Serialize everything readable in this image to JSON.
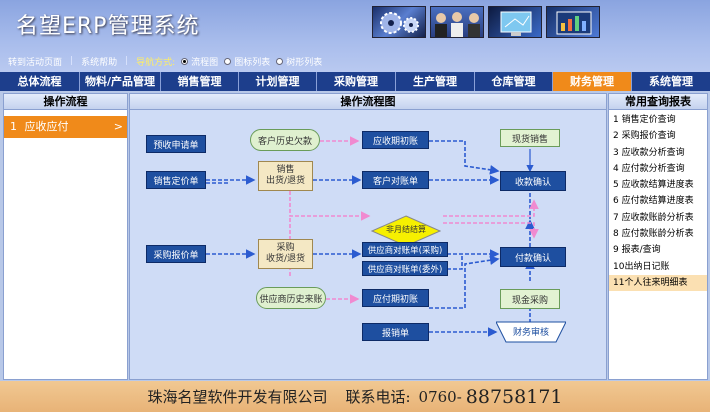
{
  "app": {
    "title": "名望ERP管理系统"
  },
  "toolbar": {
    "goto": "转到活动页面",
    "help": "系统帮助",
    "nav_label": "导航方式:",
    "modes": [
      "流程图",
      "图标列表",
      "树形列表"
    ],
    "selected_mode": "流程图"
  },
  "menu": [
    {
      "label": "总体流程",
      "active": false
    },
    {
      "label": "物料/产品管理",
      "active": false
    },
    {
      "label": "销售管理",
      "active": false
    },
    {
      "label": "计划管理",
      "active": false
    },
    {
      "label": "采购管理",
      "active": false
    },
    {
      "label": "生产管理",
      "active": false
    },
    {
      "label": "仓库管理",
      "active": false
    },
    {
      "label": "财务管理",
      "active": true
    },
    {
      "label": "系统管理",
      "active": false
    }
  ],
  "left_panel": {
    "title": "操作流程",
    "item_number": "1",
    "item_label": "应收应付"
  },
  "center_panel": {
    "title": "操作流程图",
    "nodes": {
      "presale_request": "预收申请单",
      "sales_price": "销售定价单",
      "purchase_price": "采购报价单",
      "customer_history_debt": "客户历史欠款",
      "receivable_init": "应收期初账",
      "customer_statement": "客户对账单",
      "cash_sales": "现货销售",
      "receipt_confirm": "收款确认",
      "sales_delivery_line1": "销售",
      "sales_delivery_line2": "出货/退货",
      "purchase_receipt_line1": "采购",
      "purchase_receipt_line2": "收货/退货",
      "non_monthly": "非月结结算",
      "supplier_statement_purchase": "供应商对账单(采购)",
      "supplier_statement_outsource": "供应商对账单(委外)",
      "payment_confirm": "付款确认",
      "supplier_history_debt": "供应商历史来账",
      "payable_init": "应付期初账",
      "cash_purchase": "现金采购",
      "reimbursement": "报销单",
      "finance_audit": "财务审核"
    }
  },
  "right_panel": {
    "title": "常用查询报表",
    "reports": [
      {
        "num": "1",
        "label": "销售定价查询"
      },
      {
        "num": "2",
        "label": "采购报价查询"
      },
      {
        "num": "3",
        "label": "应收款分析查询"
      },
      {
        "num": "4",
        "label": "应付款分析查询"
      },
      {
        "num": "5",
        "label": "应收款结算进度表"
      },
      {
        "num": "6",
        "label": "应付款结算进度表"
      },
      {
        "num": "7",
        "label": "应收款账龄分析表"
      },
      {
        "num": "8",
        "label": "应付款账龄分析表"
      },
      {
        "num": "9",
        "label": "报表/查询"
      },
      {
        "num": "10",
        "label": "出纳日记账"
      },
      {
        "num": "11",
        "label": "个人往来明细表"
      }
    ],
    "selected_index": 10
  },
  "footer": {
    "company": "珠海名望软件开发有限公司",
    "phone_label": "联系电话:",
    "phone_area": "0760-",
    "phone_number": "88758171"
  },
  "colors": {
    "menubar": "#1d3e8c",
    "active_tab": "#f08a1a",
    "node_blue": "#1e4fa0",
    "arrow_blue": "#2b5bd0",
    "arrow_pink": "#f08ad0",
    "footer": "#e8b377"
  }
}
